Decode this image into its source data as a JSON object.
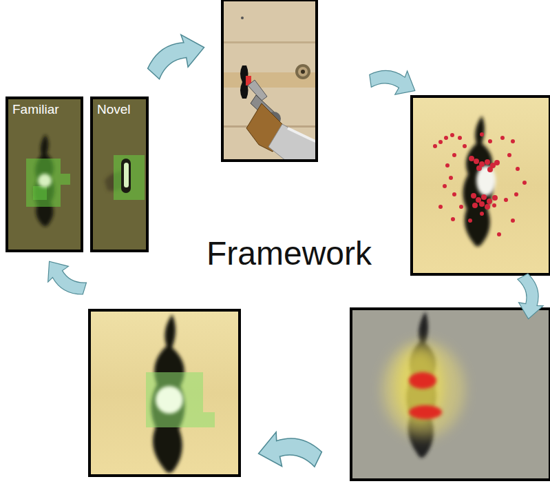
{
  "diagram": {
    "nodes": [
      {
        "text": [
          "Familiar"
        ]
      },
      {
        "text": [
          "Novel"
        ]
      }
    ],
    "labels": [
      "Framework"
    ]
  }
}
